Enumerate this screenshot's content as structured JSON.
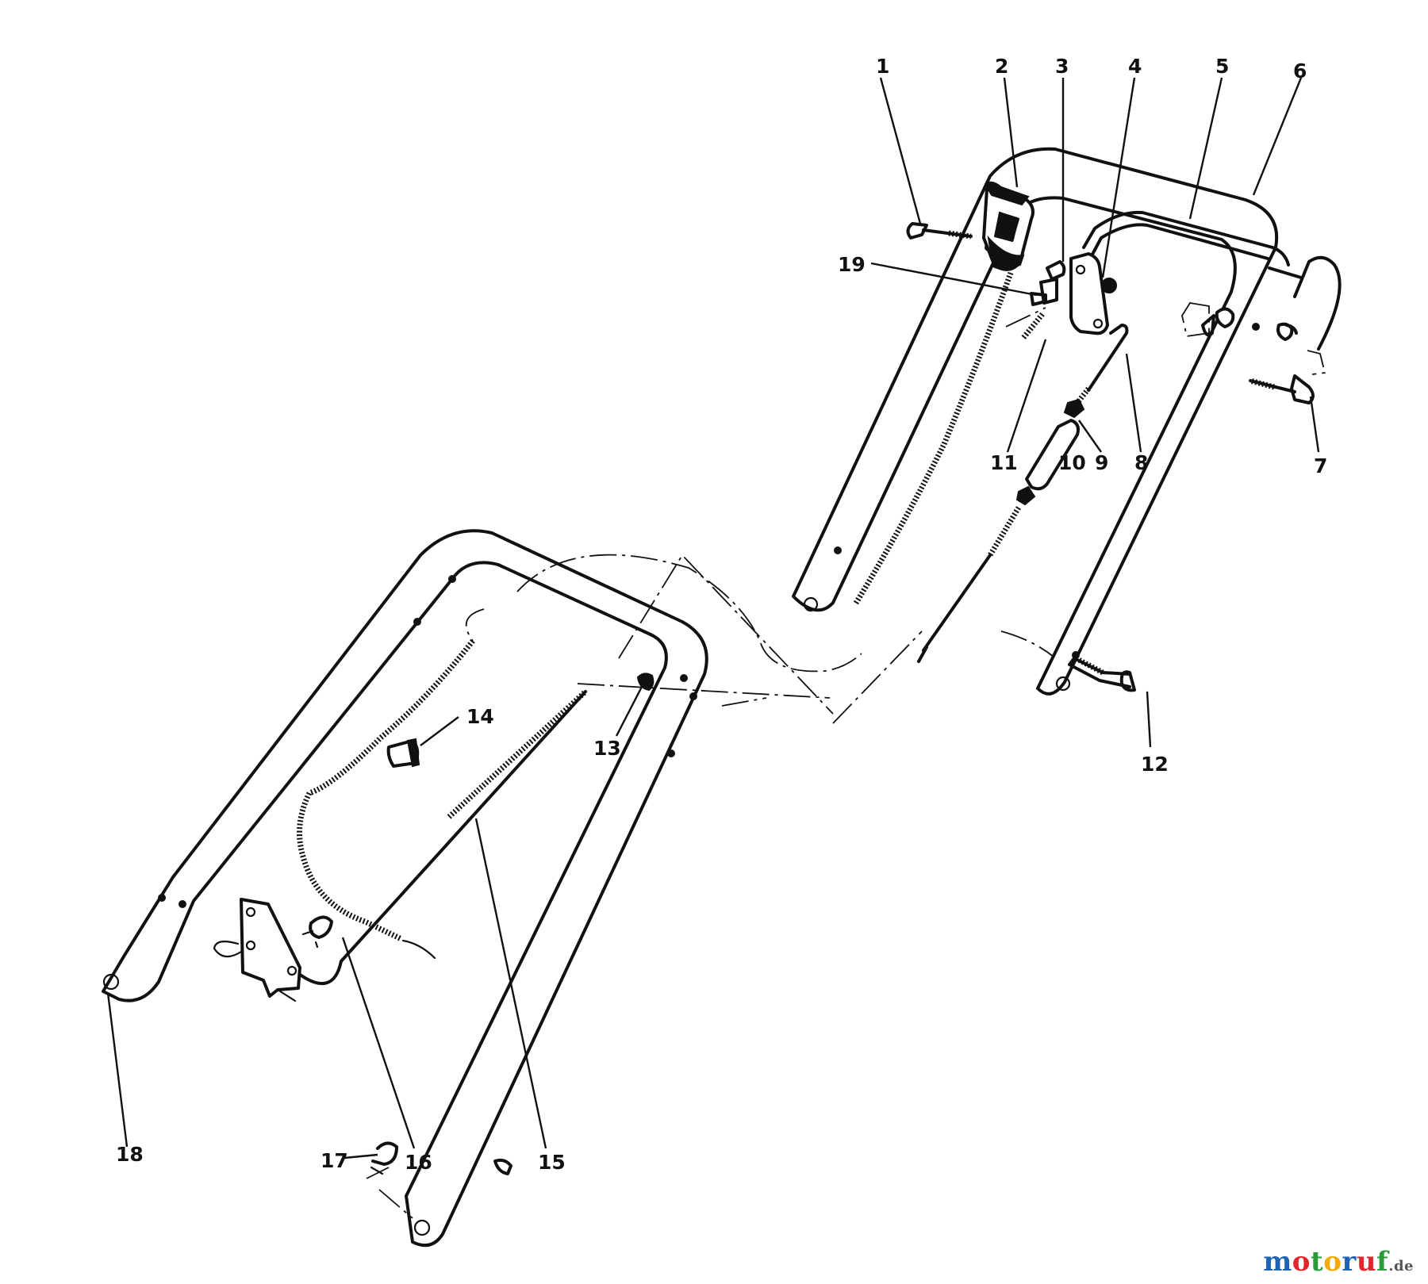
{
  "callouts": {
    "c1": "1",
    "c2": "2",
    "c3": "3",
    "c4": "4",
    "c5": "5",
    "c6": "6",
    "c7": "7",
    "c8": "8",
    "c9": "9",
    "c10": "10",
    "c11": "11",
    "c12": "12",
    "c13": "13",
    "c14": "14",
    "c15": "15",
    "c16": "16",
    "c17": "17",
    "c18": "18",
    "c19": "19"
  },
  "watermark": {
    "text": "motoruf.de",
    "letters": [
      "m",
      "o",
      "t",
      "o",
      "r",
      "u",
      "f",
      ".de"
    ],
    "colors": [
      "#1e63b4",
      "#e3262c",
      "#2a9a3a",
      "#f2a900",
      "#1e63b4",
      "#e3262c",
      "#2a9a3a",
      "#555555"
    ]
  }
}
